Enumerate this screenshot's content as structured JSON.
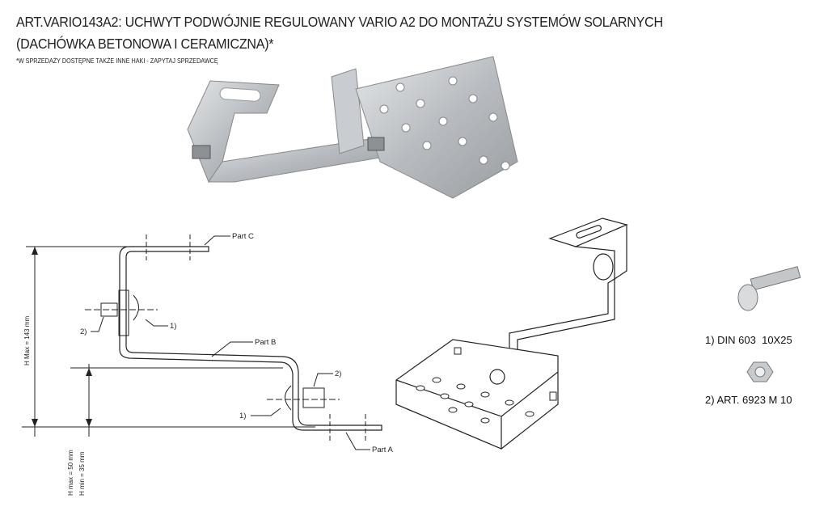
{
  "header": {
    "title_line1": "ART.VARIO143A2: UCHWYT PODWÓJNIE REGULOWANY VARIO A2 DO MONTAŻU SYSTEMÓW SOLARNYCH",
    "title_line2": "(DACHÓWKA BETONOWA I CERAMICZNA)*",
    "note": "*W SPRZEDAŻY DOSTĘPNE TAKŻE INNE HAKI - ZAPYTAJ SPRZEDAWCĘ"
  },
  "drawing": {
    "part_a": "Part A",
    "part_b": "Part B",
    "part_c": "Part C",
    "callout_1": "1)",
    "callout_2": "2)",
    "h_max_total": "H Max = 143 mm",
    "h_max": "H max = 50 mm",
    "h_min": "H min = 35 mm"
  },
  "hardware": {
    "item1": "1) DIN 603  10X25",
    "item2": "2) ART. 6923 M 10"
  }
}
